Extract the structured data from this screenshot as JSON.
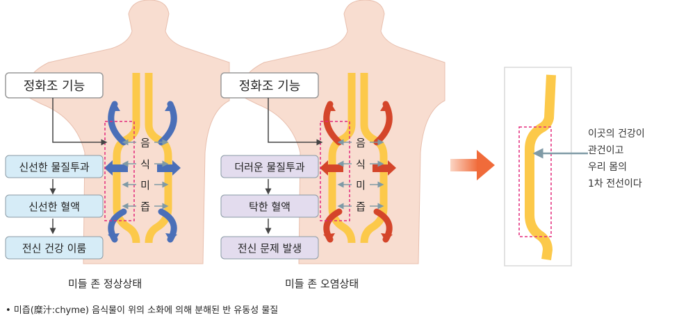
{
  "panel_normal": {
    "function_label": "정화조 기능",
    "chyme_chars": [
      "음",
      "식",
      "미",
      "즙"
    ],
    "steps": [
      "신선한 물질투과",
      "신선한 혈액",
      "전신 건강 이룸"
    ],
    "caption": "미들 존 정상상태",
    "arrow_color": "#4a6fb8",
    "box_color": "#d6ecf7"
  },
  "panel_polluted": {
    "function_label": "정화조 기능",
    "chyme_chars": [
      "음",
      "식",
      "미",
      "즙"
    ],
    "steps": [
      "더러운 물질투과",
      "탁한 혈액",
      "전신 문제 발생"
    ],
    "caption": "미들 존 오염상태",
    "arrow_color": "#d4452a",
    "box_color": "#e3dcee"
  },
  "detail": {
    "lines": [
      "이곳의 건강이",
      "관건이고",
      "우리 몸의",
      "1차 전선이다"
    ]
  },
  "footnote": "• 미즙(糜汁:chyme) 음식물이 위의 소화에 의해 분해된 반 유동성 물질"
}
